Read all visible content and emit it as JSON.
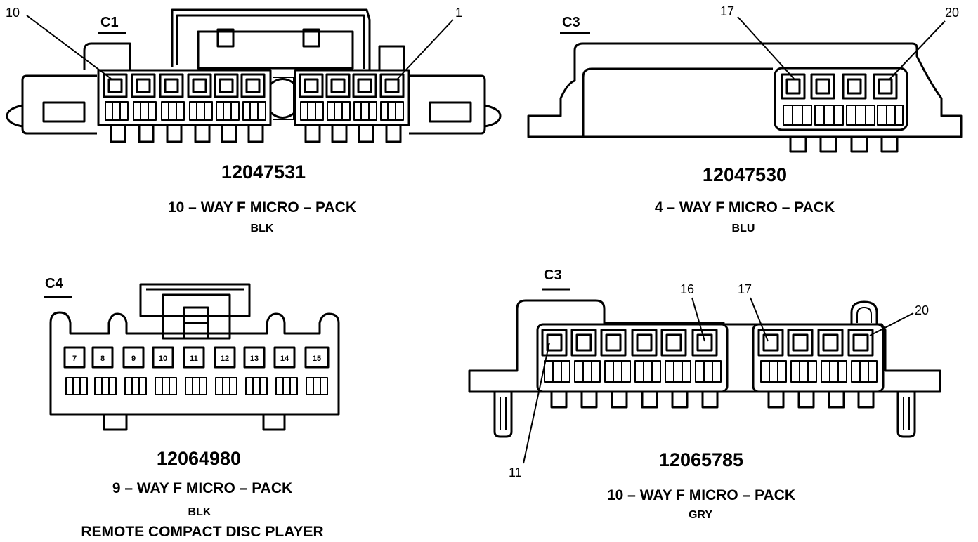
{
  "connectors": [
    {
      "id": "C1",
      "pin_left": "10",
      "pin_right": "1",
      "part_number": "12047531",
      "description": "10 – WAY F MICRO – PACK",
      "color": "BLK"
    },
    {
      "id": "C3",
      "pin_left": "17",
      "pin_right": "20",
      "part_number": "12047530",
      "description": "4 – WAY F MICRO – PACK",
      "color": "BLU"
    },
    {
      "id": "C4",
      "pins": [
        "7",
        "8",
        "9",
        "10",
        "11",
        "12",
        "13",
        "14",
        "15"
      ],
      "part_number": "12064980",
      "description": "9 – WAY F MICRO – PACK",
      "color": "BLK",
      "note": "REMOTE COMPACT DISC PLAYER"
    },
    {
      "id": "C3",
      "pin_11": "11",
      "pin_16": "16",
      "pin_17": "17",
      "pin_20": "20",
      "part_number": "12065785",
      "description": "10 – WAY F MICRO – PACK",
      "color": "GRY"
    }
  ]
}
